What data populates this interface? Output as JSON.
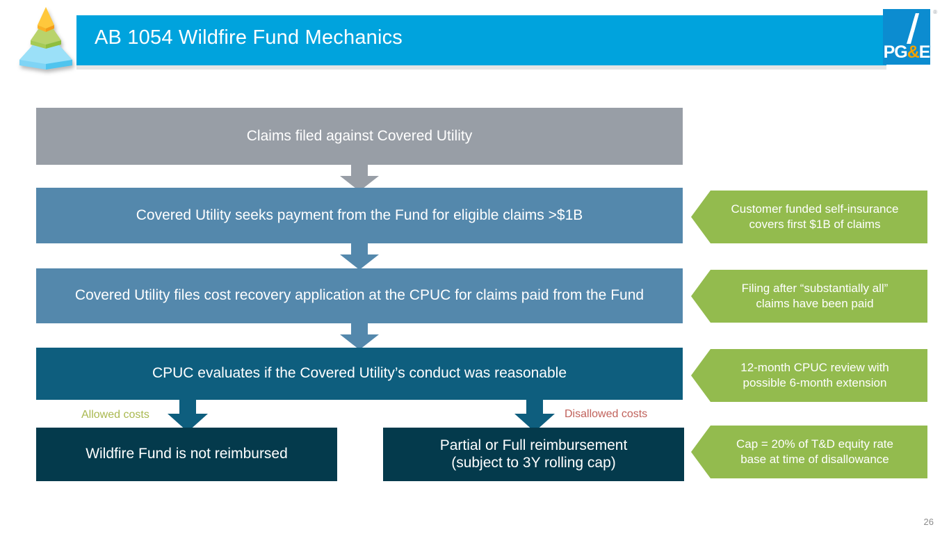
{
  "header": {
    "title": "AB 1054 Wildfire Fund Mechanics",
    "logo_text_pg": "PG",
    "logo_text_amp": "&",
    "logo_text_e": "E",
    "logo_registered": "®",
    "brand_blue": "#00A3DD",
    "logo_blue": "#0C8CD0",
    "logo_amp_orange": "#F2A100"
  },
  "flow": {
    "steps": [
      {
        "id": "claims-filed",
        "label": "Claims filed against Covered Utility",
        "color": "#989EA6"
      },
      {
        "id": "seeks-payment",
        "label": "Covered Utility seeks payment from the Fund for eligible claims >$1B",
        "color": "#5488AC"
      },
      {
        "id": "files-cost-recovery",
        "label": "Covered Utility files cost recovery application at the CPUC for claims paid from the Fund",
        "color": "#5488AC"
      },
      {
        "id": "cpuc-evaluates",
        "label": "CPUC evaluates if the Covered Utility’s conduct was reasonable",
        "color": "#0E5E7E"
      }
    ],
    "outcomes": [
      {
        "id": "not-reimbursed",
        "line1": "Wildfire Fund is not reimbursed",
        "line2": "",
        "color": "#043A4C"
      },
      {
        "id": "partial-full",
        "line1": "Partial or Full reimbursement",
        "line2": "(subject to 3Y rolling cap)",
        "color": "#043A4C"
      }
    ],
    "branch_labels": [
      {
        "id": "allowed-costs",
        "text": "Allowed costs",
        "color": "#A9B84F"
      },
      {
        "id": "disallowed-costs",
        "text": "Disallowed costs",
        "color": "#C0615A"
      }
    ]
  },
  "callouts": [
    {
      "id": "self-insurance",
      "line1": "Customer funded self-insurance",
      "line2": "covers first $1B of claims"
    },
    {
      "id": "filing-timing",
      "line1": "Filing after “substantially all”",
      "line2": "claims have been paid"
    },
    {
      "id": "review-window",
      "line1": "12-month CPUC review with",
      "line2": "possible 6-month extension"
    },
    {
      "id": "cap-definition",
      "line1": "Cap = 20% of T&D equity rate",
      "line2": "base at time of disallowance"
    }
  ],
  "callout_color": "#93BB4E",
  "footer": {
    "page_number": "26"
  },
  "icons": {
    "pyramid": "pyramid-logo-icon",
    "pge": "pge-logo-icon",
    "arrow": "down-arrow-icon"
  }
}
